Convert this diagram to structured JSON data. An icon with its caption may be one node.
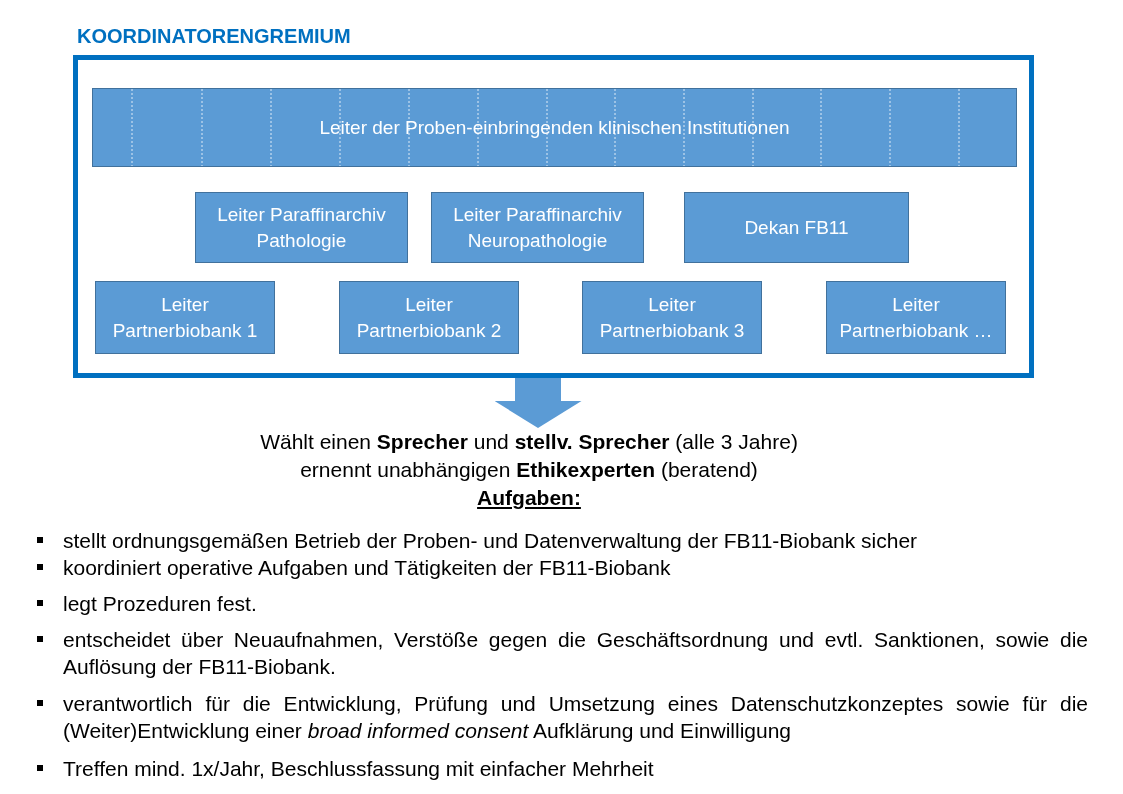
{
  "diagram": {
    "nodes": [
      {
        "text": [
          "KOORDINATORENGREMIUM"
        ]
      },
      {
        "text": [
          "Leiter der Proben-einbringenden klinischen Institutionen"
        ],
        "in": 0
      },
      {
        "text": [
          "Leiter Paraffinarchiv Pathologie"
        ],
        "in": 0
      },
      {
        "text": [
          "Leiter Paraffinarchiv Neuropathologie"
        ],
        "in": 0
      },
      {
        "text": [
          "Dekan FB11"
        ],
        "in": 0
      },
      {
        "text": [
          "Leiter Partnerbiobank 1"
        ],
        "in": 0
      },
      {
        "text": [
          "Leiter Partnerbiobank 2"
        ],
        "in": 0
      },
      {
        "text": [
          "Leiter Partnerbiobank 3"
        ],
        "in": 0
      },
      {
        "text": [
          "Leiter Partnerbiobank …"
        ],
        "in": 0
      },
      {
        "text": [
          "Wählt einen **Sprecher** und **stellv. Sprecher** (alle 3 Jahre)",
          "ernennt unabhängigen **Ethikexperten** (beratend)"
        ]
      }
    ],
    "edges": [
      {
        "from": 0,
        "to": 9,
        "arrow": "to"
      }
    ],
    "labels": [
      "Aufgaben:",
      "stellt ordnungsgemäßen Betrieb der Proben- und Datenverwaltung der FB11-Biobank sicher",
      "koordiniert operative Aufgaben und Tätigkeiten der FB11-Biobank",
      "legt Prozeduren fest.",
      "entscheidet über Neuaufnahmen, Verstöße gegen die Geschäftsordnung und evtl. Sanktionen, sowie die Auflösung der FB11-Biobank.",
      "verantwortlich für die Entwicklung, Prüfung und Umsetzung eines Datenschutzkonzeptes sowie für die (Weiter)Entwicklung einer *broad informed consent* Aufklärung und Einwilligung",
      "Treffen mind. 1x/Jahr, Beschlussfassung mit einfacher Mehrheit"
    ]
  }
}
